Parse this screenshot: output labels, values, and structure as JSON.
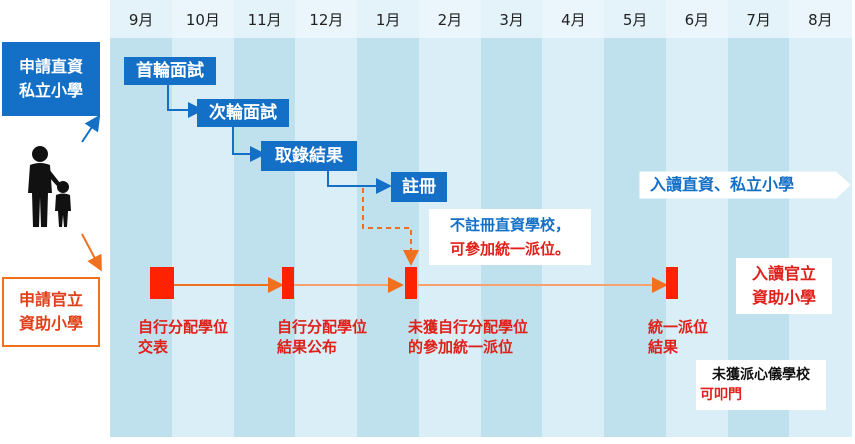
{
  "months": [
    "9月",
    "10月",
    "11月",
    "12月",
    "1月",
    "2月",
    "3月",
    "4月",
    "5月",
    "6月",
    "7月",
    "8月"
  ],
  "left_labels": {
    "direct": [
      "申請直資",
      "私立小學"
    ],
    "aided": [
      "申請官立",
      "資助小學"
    ]
  },
  "steps": {
    "first_interview": "首輪面試",
    "second_interview": "次輪面試",
    "admission_result": "取錄結果",
    "registration": "註冊"
  },
  "unregistered_note": [
    "不註冊直資學校，",
    "可參加統一派位。"
  ],
  "outcomes": {
    "direct": "入讀直資、私立小學",
    "aided": [
      "入讀官立",
      "資助小學"
    ]
  },
  "milestones": {
    "discretionary_submit": [
      "自行分配學位",
      "交表"
    ],
    "discretionary_result": [
      "自行分配學位",
      "結果公布"
    ],
    "central_join": [
      "未獲自行分配學位",
      "的參加統一派位"
    ],
    "central_result": [
      "統一派位",
      "結果"
    ]
  },
  "knock_door": {
    "line1": "未獲派心儀學校",
    "line2": "可叩門"
  },
  "colors": {
    "blue": "#1470c6",
    "orange": "#f07020",
    "red": "#ff2200",
    "red_text": "#e0201a",
    "col_dark": "#bfe1ed",
    "col_light": "#d9eef6"
  }
}
